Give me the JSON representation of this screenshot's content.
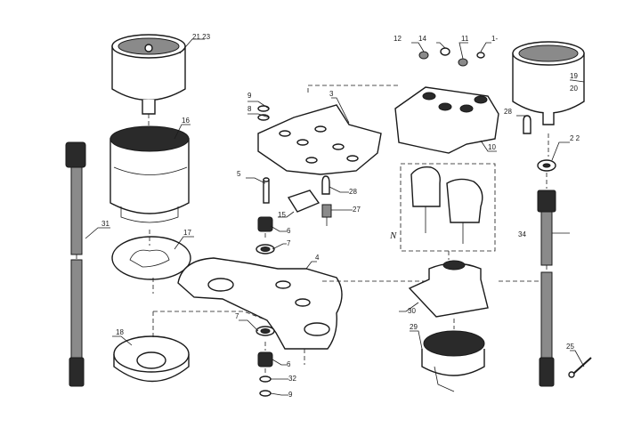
{
  "diagram": {
    "callouts": [
      {
        "id": "c21a",
        "text": "21 23"
      },
      {
        "id": "c16",
        "text": "16"
      },
      {
        "id": "c31",
        "text": "31"
      },
      {
        "id": "c17",
        "text": "17"
      },
      {
        "id": "c18",
        "text": "18"
      },
      {
        "id": "c9a",
        "text": "9"
      },
      {
        "id": "c8",
        "text": "8"
      },
      {
        "id": "c3",
        "text": "3"
      },
      {
        "id": "c5",
        "text": "5"
      },
      {
        "id": "c28b",
        "text": "28"
      },
      {
        "id": "c15",
        "text": "15"
      },
      {
        "id": "c27",
        "text": "27"
      },
      {
        "id": "c6a",
        "text": "6"
      },
      {
        "id": "c7a",
        "text": "7"
      },
      {
        "id": "c4",
        "text": "4"
      },
      {
        "id": "c7b",
        "text": "7"
      },
      {
        "id": "c6b",
        "text": "6"
      },
      {
        "id": "c32",
        "text": "32"
      },
      {
        "id": "c9b",
        "text": "9"
      },
      {
        "id": "c12",
        "text": "12"
      },
      {
        "id": "c14",
        "text": "14"
      },
      {
        "id": "c11",
        "text": "11"
      },
      {
        "id": "c13",
        "text": "1-"
      },
      {
        "id": "c19",
        "text": "19"
      },
      {
        "id": "c20",
        "text": "20"
      },
      {
        "id": "c28a",
        "text": "28"
      },
      {
        "id": "c10",
        "text": "10"
      },
      {
        "id": "c22",
        "text": "2 2"
      },
      {
        "id": "cN",
        "text": "N"
      },
      {
        "id": "c34",
        "text": "34"
      },
      {
        "id": "c30",
        "text": "30"
      },
      {
        "id": "c29",
        "text": "29"
      },
      {
        "id": "c25",
        "text": "25"
      }
    ]
  }
}
